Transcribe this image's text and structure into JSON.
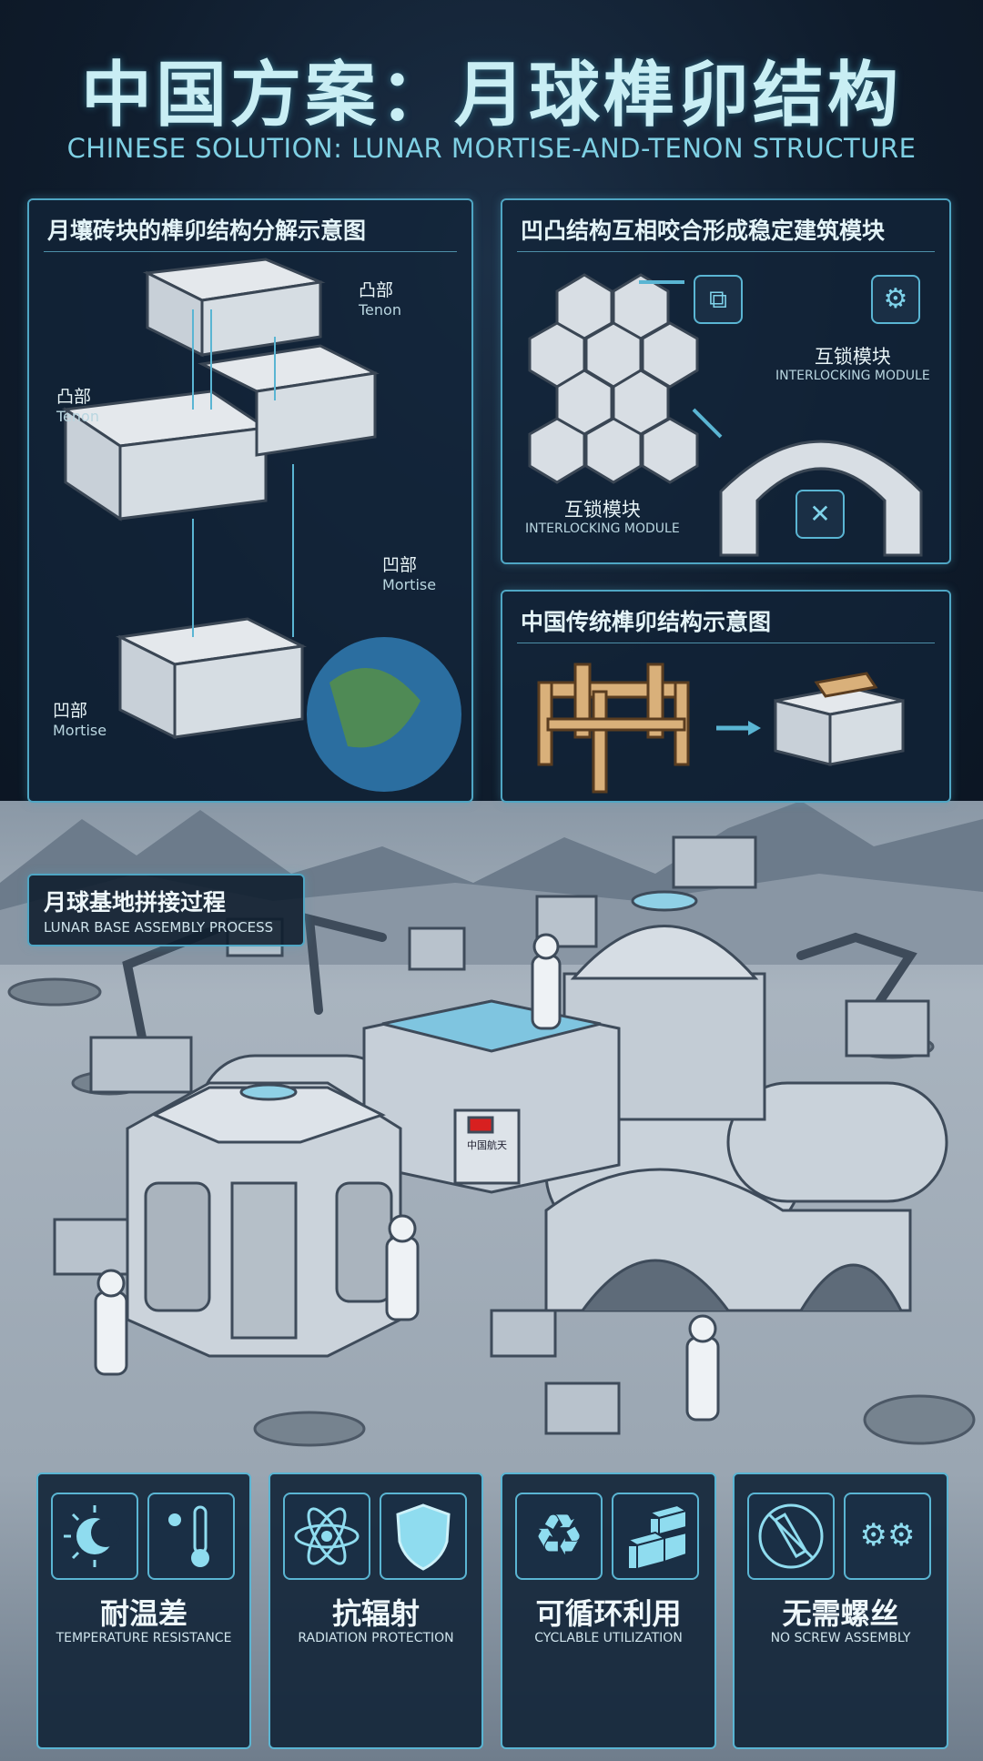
{
  "header": {
    "title": "中国方案：月球榫卯结构",
    "subtitle": "CHINESE SOLUTION: LUNAR MORTISE-AND-TENON STRUCTURE"
  },
  "panel_exploded": {
    "title": "月壤砖块的榫卯结构分解示意图",
    "labels": [
      {
        "zh": "凸部",
        "en": "Tenon"
      },
      {
        "zh": "凸部",
        "en": "Tenon"
      },
      {
        "zh": "凹部",
        "en": "Mortise"
      },
      {
        "zh": "凹部",
        "en": "Mortise"
      }
    ]
  },
  "panel_interlock": {
    "title": "凹凸结构互相咬合形成稳定建筑模块",
    "label_right": {
      "zh": "互锁模块",
      "en": "INTERLOCKING MODULE"
    },
    "label_bottom": {
      "zh": "互锁模块",
      "en": "INTERLOCKING MODULE"
    },
    "icons": [
      "cubes-icon",
      "gear-icon",
      "tools-icon"
    ]
  },
  "panel_traditional": {
    "title": "中国传统榫卯结构示意图"
  },
  "scene": {
    "label_zh": "月球基地拼接过程",
    "label_en": "LUNAR BASE ASSEMBLY PROCESS",
    "module_text": "中国航天"
  },
  "features": [
    {
      "zh": "耐温差",
      "en": "TEMPERATURE RESISTANCE",
      "icons": [
        "sun-moon-icon",
        "thermometer-icon"
      ]
    },
    {
      "zh": "抗辐射",
      "en": "RADIATION PROTECTION",
      "icons": [
        "atom-icon",
        "shield-icon"
      ]
    },
    {
      "zh": "可循环利用",
      "en": "CYCLABLE UTILIZATION",
      "icons": [
        "recycle-icon",
        "bricks-icon"
      ]
    },
    {
      "zh": "无需螺丝",
      "en": "NO SCREW ASSEMBLY",
      "icons": [
        "no-screw-icon",
        "gears-icon"
      ]
    }
  ],
  "colors": {
    "accent": "#5ab5d3",
    "background": "#0e1a2a",
    "title": "#c9eef4"
  }
}
